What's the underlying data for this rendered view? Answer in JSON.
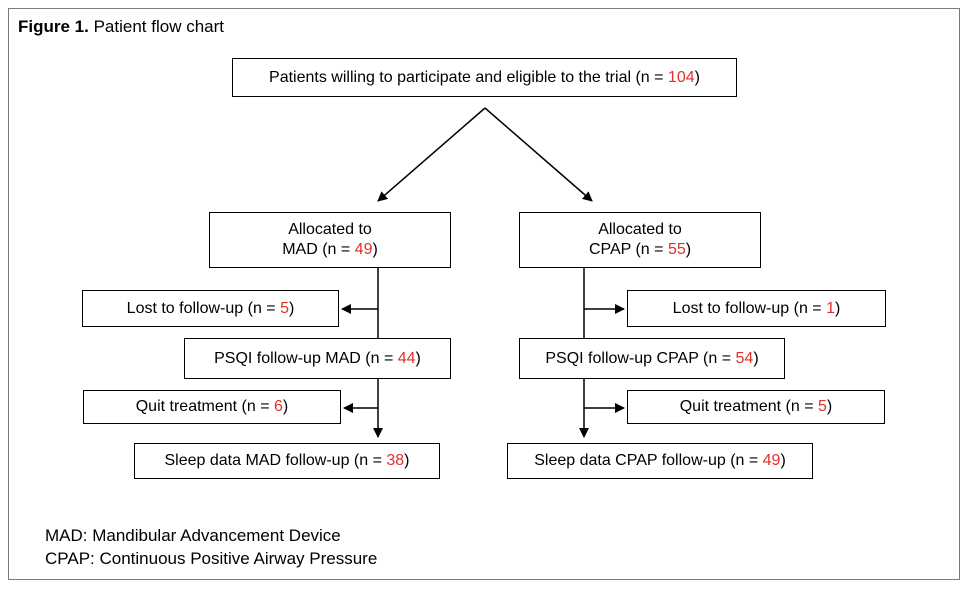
{
  "title": {
    "bold": "Figure 1.",
    "rest": "Patient flow chart"
  },
  "eligible": {
    "text": "Patients willing to participate and eligible to the trial (n = ",
    "n": "104",
    "close": ")"
  },
  "mad": {
    "alloc_line1": "Allocated to",
    "alloc_line2": "MAD (n = ",
    "alloc_n": "49",
    "lost_text": "Lost to follow-up (n = ",
    "lost_n": "5",
    "psqi_text": "PSQI follow-up MAD (n = ",
    "psqi_n": "44",
    "quit_text": "Quit treatment (n = ",
    "quit_n": "6",
    "sleep_text": "Sleep data MAD follow-up (n = ",
    "sleep_n": "38"
  },
  "cpap": {
    "alloc_line1": "Allocated to",
    "alloc_line2": "CPAP (n = ",
    "alloc_n": "55",
    "lost_text": "Lost to follow-up (n = ",
    "lost_n": "1",
    "psqi_text": "PSQI follow-up CPAP (n = ",
    "psqi_n": "54",
    "quit_text": "Quit treatment (n = ",
    "quit_n": "5",
    "sleep_text": "Sleep data CPAP follow-up (n = ",
    "sleep_n": "49"
  },
  "close_paren": ")",
  "legend": [
    "MAD: Mandibular Advancement Device",
    "CPAP: Continuous Positive Airway Pressure"
  ],
  "colors": {
    "number": "#e0302a",
    "border": "#000000",
    "frame": "#7a7a7a"
  }
}
